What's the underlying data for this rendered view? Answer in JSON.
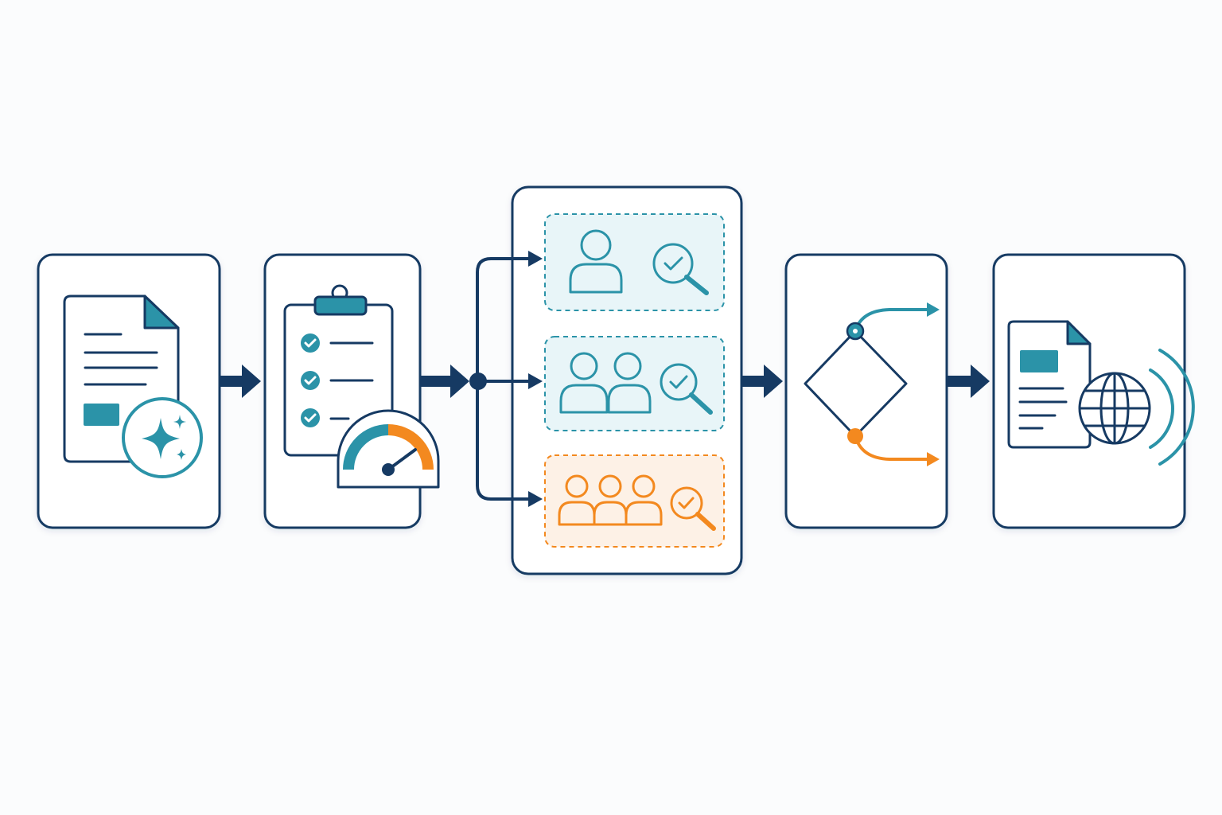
{
  "colors": {
    "navy": "#163a63",
    "teal": "#2b93a8",
    "orange": "#f3891f",
    "teal_fill": "#e8f5f8",
    "orange_fill": "#fdf1e6",
    "card_bg": "#ffffff",
    "page_bg": "#fbfcfd"
  },
  "stages": [
    {
      "id": "stage-1",
      "icon": "document-sparkle-icon"
    },
    {
      "id": "stage-2",
      "icon": "checklist-gauge-icon"
    },
    {
      "id": "stage-3",
      "icon": "reviewer-groups-icon",
      "groups": [
        {
          "icon": "single-reviewer-icon",
          "people": 1,
          "tone": "teal"
        },
        {
          "icon": "two-reviewers-icon",
          "people": 2,
          "tone": "teal"
        },
        {
          "icon": "three-reviewers-icon",
          "people": 3,
          "tone": "orange"
        }
      ]
    },
    {
      "id": "stage-4",
      "icon": "decision-diamond-icon",
      "branches": [
        "teal",
        "orange"
      ]
    },
    {
      "id": "stage-5",
      "icon": "document-globe-icon"
    }
  ],
  "connectors": [
    "arrow-1-2",
    "arrow-2-3",
    "arrow-3-4",
    "arrow-4-5"
  ]
}
